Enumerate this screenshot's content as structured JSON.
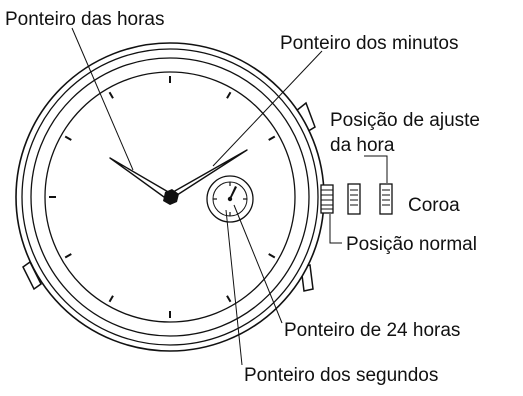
{
  "labels": {
    "hour_hand": "Ponteiro das horas",
    "minute_hand": "Ponteiro dos minutos",
    "time_set_position_line1": "Posição de ajuste",
    "time_set_position_line2": "da hora",
    "crown": "Coroa",
    "normal_position": "Posição normal",
    "hand_24h": "Ponteiro de 24 horas",
    "second_hand": "Ponteiro dos segundos"
  }
}
